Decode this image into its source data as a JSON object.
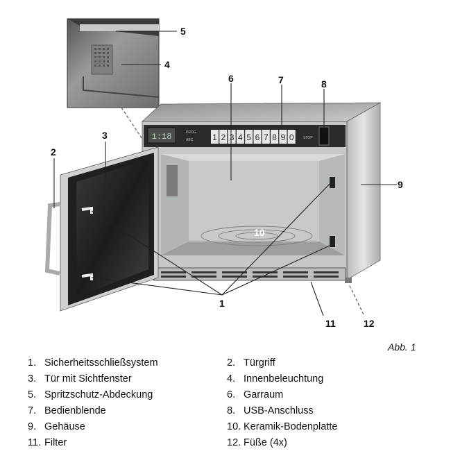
{
  "figure": {
    "caption": "Abb. 1",
    "panel_numbers": [
      "1",
      "2",
      "3",
      "4",
      "5",
      "6",
      "7",
      "8",
      "9",
      "10",
      "11",
      "12"
    ],
    "keypad_digits": [
      "1",
      "2",
      "3",
      "4",
      "5",
      "6",
      "7",
      "8",
      "9",
      "0"
    ],
    "display_text": "1:18",
    "panel_button_labels": [
      "PROG",
      "ABC",
      "STOP"
    ]
  },
  "legend": {
    "items": [
      {
        "num": "1.",
        "label": "Sicherheitsschließsystem"
      },
      {
        "num": "2.",
        "label": "Türgriff"
      },
      {
        "num": "3.",
        "label": "Tür mit Sichtfenster"
      },
      {
        "num": "4.",
        "label": "Innenbeleuchtung"
      },
      {
        "num": "5.",
        "label": "Spritzschutz-Abdeckung"
      },
      {
        "num": "6.",
        "label": "Garraum"
      },
      {
        "num": "7.",
        "label": "Bedienblende"
      },
      {
        "num": "8.",
        "label": "USB-Anschluss"
      },
      {
        "num": "9.",
        "label": "Gehäuse"
      },
      {
        "num": "10.",
        "label": "Keramik-Bodenplatte"
      },
      {
        "num": "11.",
        "label": "Filter"
      },
      {
        "num": "12.",
        "label": "Füße (4x)"
      }
    ]
  }
}
